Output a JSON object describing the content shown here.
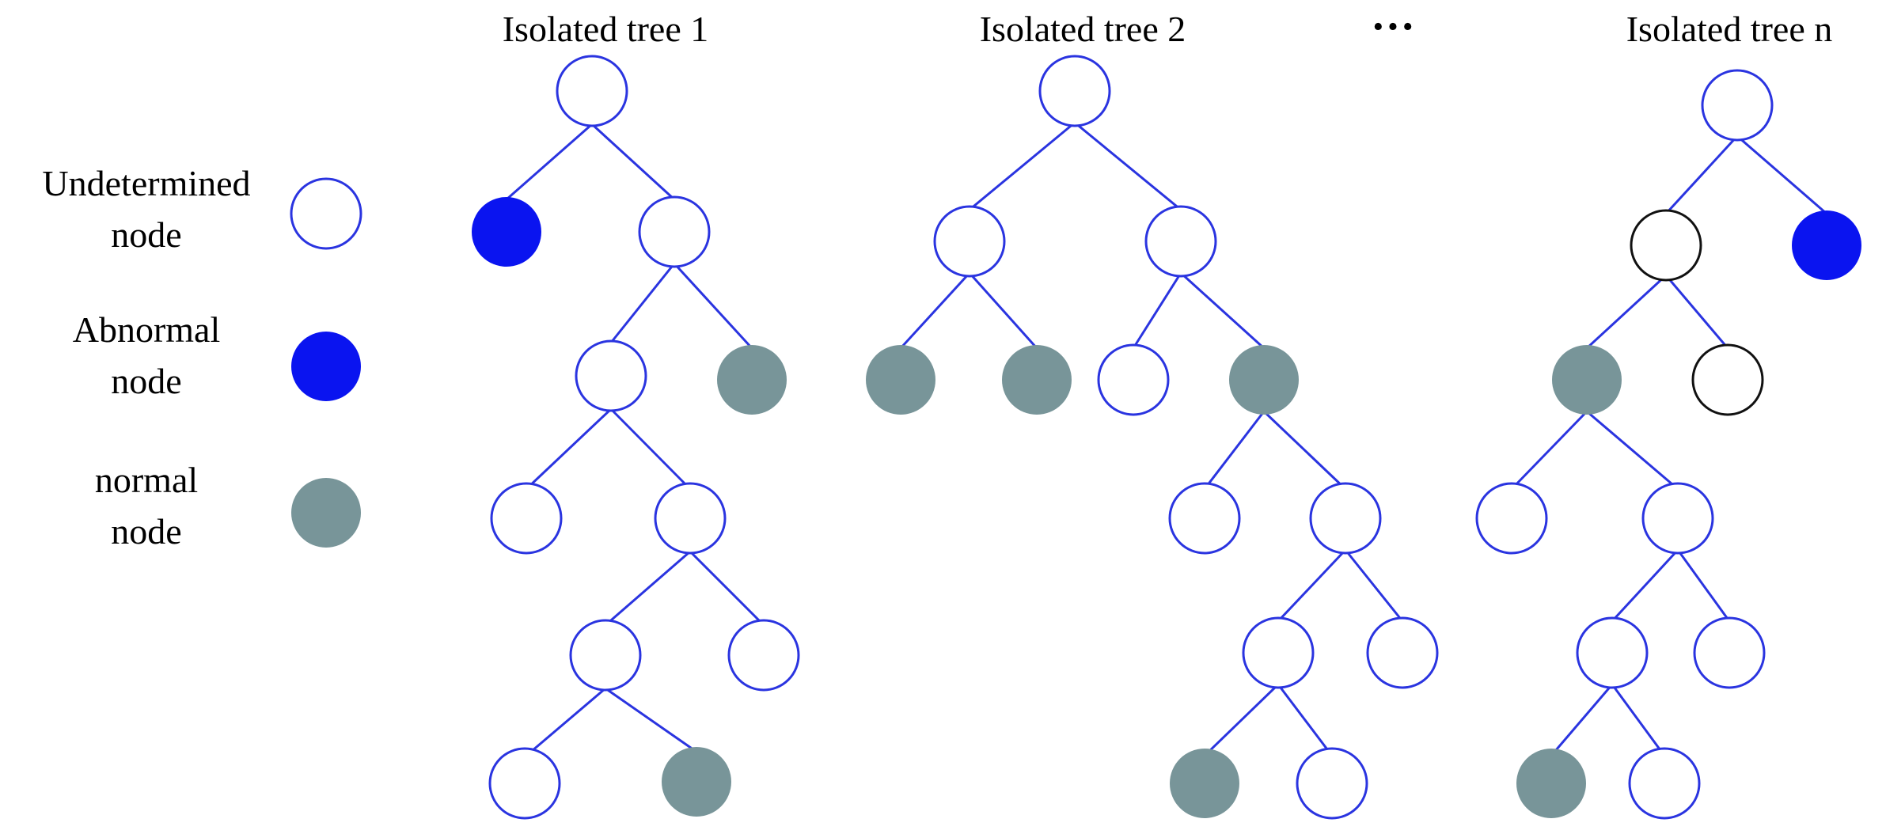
{
  "titles": {
    "tree1": "Isolated tree 1",
    "tree2": "Isolated tree 2",
    "ellipsis": "···",
    "treeN": "Isolated tree n"
  },
  "legend": {
    "undetermined": {
      "line1": "Undetermined",
      "line2": "node"
    },
    "abnormal": {
      "line1": "Abnormal",
      "line2": "node"
    },
    "normal": {
      "line1": "normal",
      "line2": "node"
    }
  },
  "colors": {
    "edge": "#2a34e0",
    "undetermined_stroke": "#2a34e0",
    "abnormal_fill": "#0a14f0",
    "normal_fill": "#789599",
    "black_stroke": "#111111"
  }
}
